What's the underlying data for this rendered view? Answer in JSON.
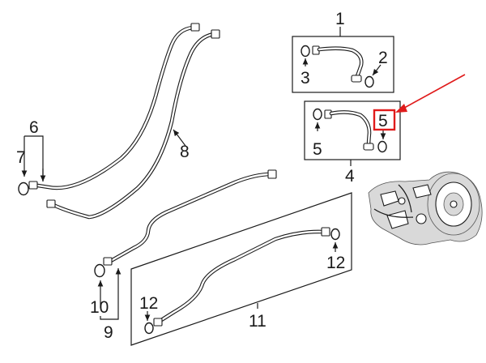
{
  "diagram": {
    "callouts": {
      "c1": "1",
      "c2": "2",
      "c3": "3",
      "c4": "4",
      "c5a": "5",
      "c5b": "5",
      "c6": "6",
      "c7": "7",
      "c8": "8",
      "c9": "9",
      "c10": "10",
      "c11": "11",
      "c12a": "12",
      "c12b": "12"
    },
    "highlighted_callout": "5",
    "colors": {
      "highlight": "#e01b1b",
      "line": "#1a1a1a",
      "shade": "#d9d9d9"
    }
  }
}
